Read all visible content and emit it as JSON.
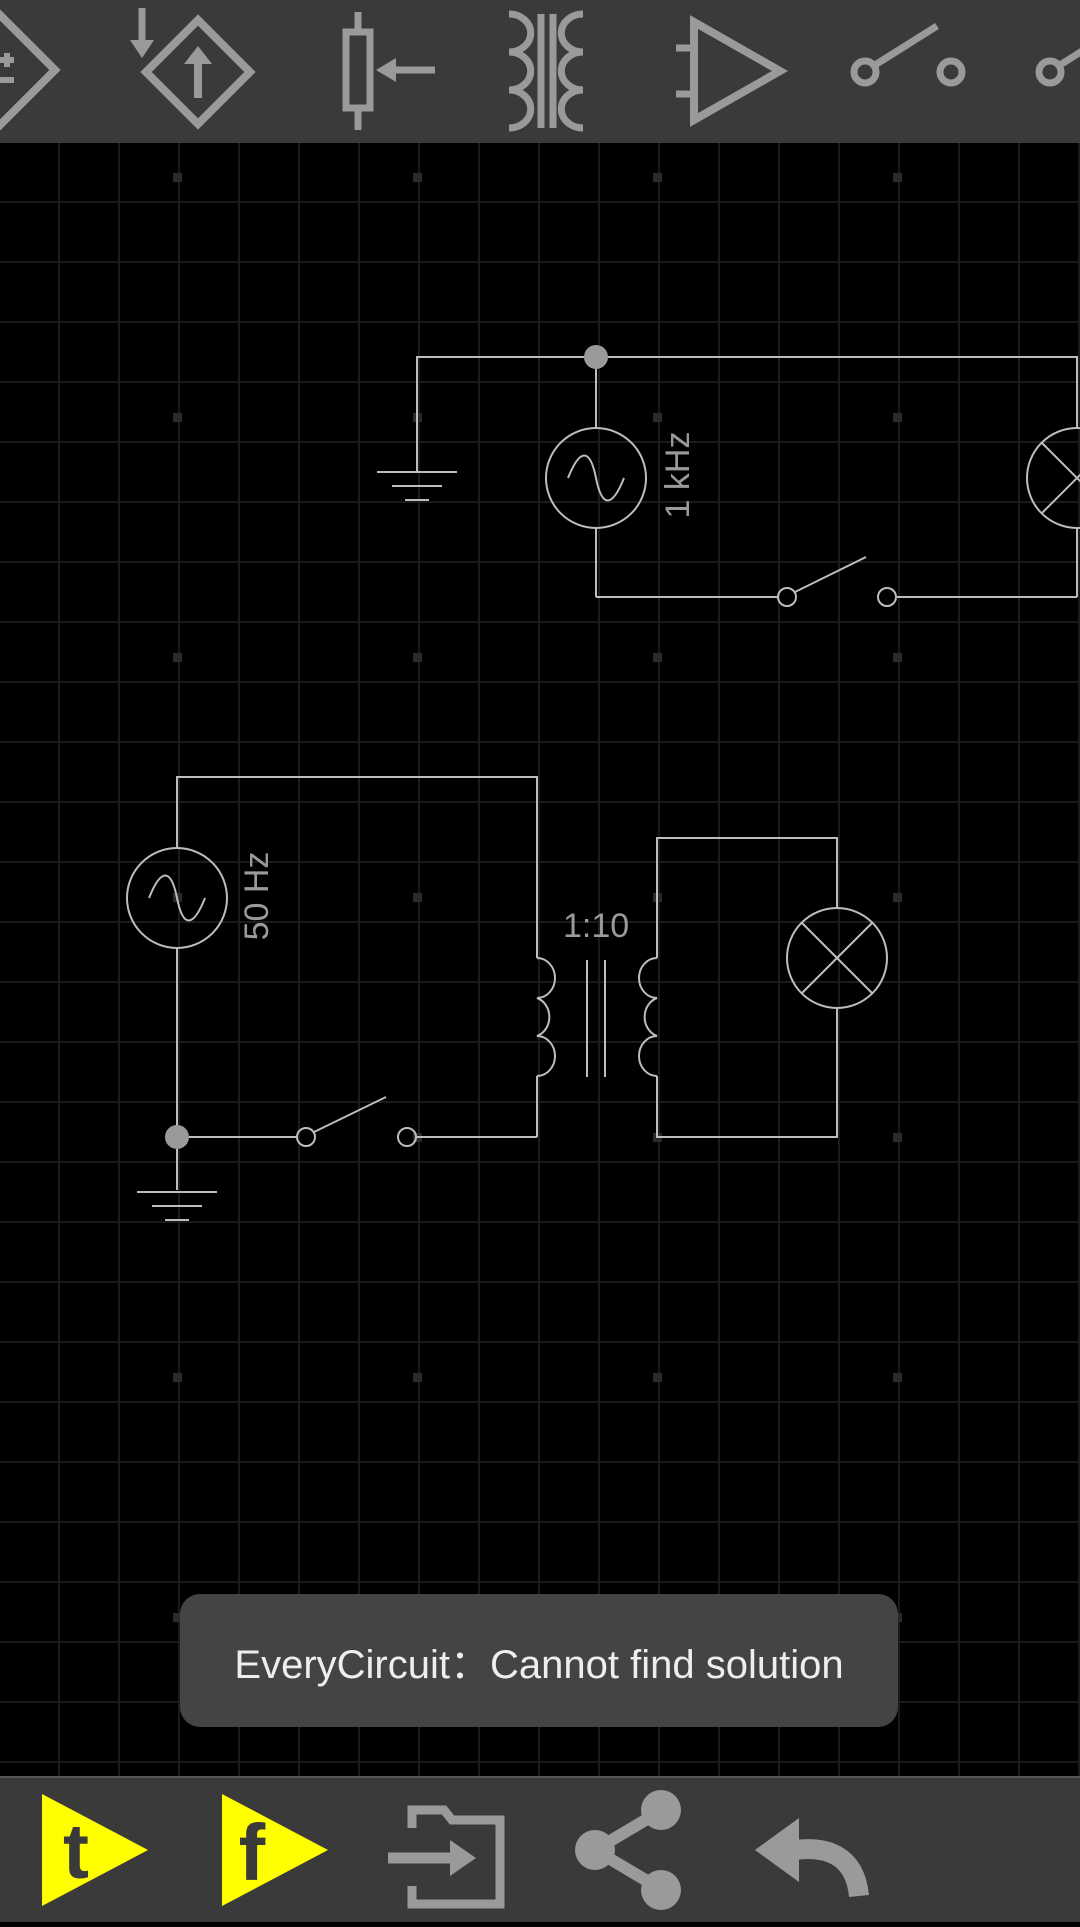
{
  "toolbar": {
    "tools": [
      {
        "icon": "dependent-voltage-source-icon"
      },
      {
        "icon": "dependent-current-source-icon"
      },
      {
        "icon": "potentiometer-icon"
      },
      {
        "icon": "transformer-icon"
      },
      {
        "icon": "op-amp-icon"
      },
      {
        "icon": "switch-icon"
      },
      {
        "icon": "switch-icon"
      }
    ]
  },
  "circuit": {
    "top_source_label": "1 kHz",
    "left_source_label": "50 Hz",
    "transformer_label": "1:10"
  },
  "toast": {
    "message": "EveryCircuit：Cannot find solution"
  },
  "bottom_bar": {
    "buttons": [
      {
        "icon": "twitter-share-icon",
        "glyph": "t"
      },
      {
        "icon": "facebook-share-icon",
        "glyph": "f"
      },
      {
        "icon": "import-icon"
      },
      {
        "icon": "share-icon"
      },
      {
        "icon": "undo-icon"
      }
    ]
  },
  "colors": {
    "toolbar_bg": "#3a3a3a",
    "canvas_bg": "#000000",
    "grid": "#1b1b1b",
    "wire": "#bdbdbd",
    "icon": "#9a9a9a",
    "social_accent": "#ffff00",
    "toast_bg": "#444444"
  }
}
